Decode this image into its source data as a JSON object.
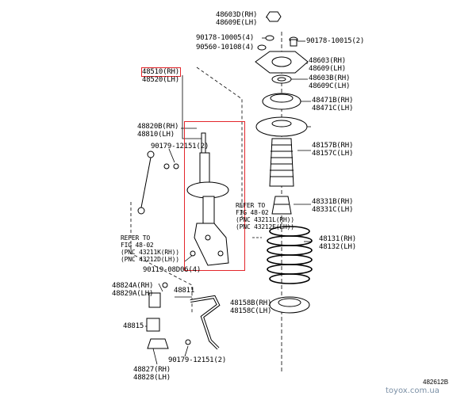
{
  "diagram": {
    "figure_number": "482612B",
    "watermark": "toyox.com.ua",
    "highlight_color": "#e3262b",
    "labels": {
      "p48603d": [
        "48603D(RH)",
        "48609E(LH)"
      ],
      "p90178a": "90178-10005(4)",
      "p90560": "90560-10108(4)",
      "p90178b": "90178-10015(2)",
      "p48510": [
        "48510(RH)",
        "48520(LH)"
      ],
      "p48603": [
        "48603(RH)",
        "48609(LH)"
      ],
      "p48603b": [
        "48603B(RH)",
        "48609C(LH)"
      ],
      "p48471b": [
        "48471B(RH)",
        "48471C(LH)"
      ],
      "p48820b": [
        "48820B(RH)",
        "48810(LH)"
      ],
      "p90179a": "90179-12151(2)",
      "p48157b": [
        "48157B(RH)",
        "48157C(LH)"
      ],
      "p48331b": [
        "48331B(RH)",
        "48331C(LH)"
      ],
      "ref_right": [
        "REFER TO",
        "FIG 48-02",
        "(PNC 43211L(RH))",
        "(PNC 43212E(LH))"
      ],
      "ref_left": [
        "REFER TO",
        "FIG 48-02",
        "(PNC 43211K(RH))",
        "(PNC 43212D(LH))"
      ],
      "p48131": [
        "48131(RH)",
        "48132(LH)"
      ],
      "p90119": "90119-08D06(4)",
      "p48824a": [
        "48824A(RH)",
        "48829A(LH)"
      ],
      "p48811": "48811",
      "p48158b": [
        "48158B(RH)",
        "48158C(LH)"
      ],
      "p48815": "48815",
      "p90179b": "90179-12151(2)",
      "p48827": [
        "48827(RH)",
        "48828(LH)"
      ]
    }
  }
}
